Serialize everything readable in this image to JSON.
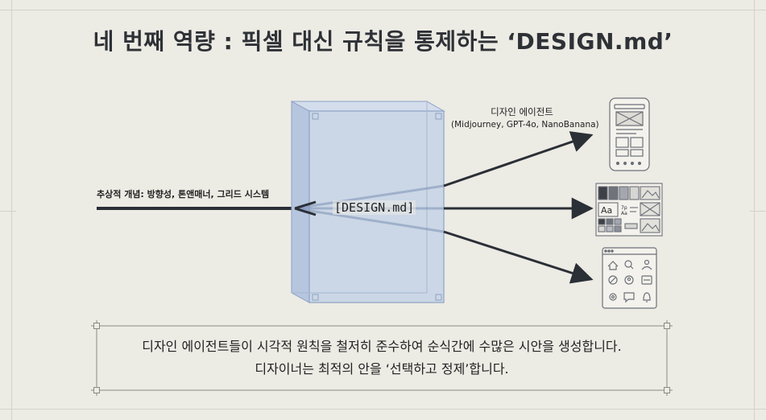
{
  "title": "네 번째 역량 : 픽셀 대신 규칙을 통제하는 ‘DESIGN.md’",
  "input_label": "추상적 개념: 방향성, 톤앤매너, 그리드 시스템",
  "box_label": "[DESIGN.md]",
  "agent_label": {
    "title": "디자인 에이전트",
    "subtitle": "(Midjourney, GPT-4o, NanoBanana)"
  },
  "output_icons": [
    "mobile-wireframe-icon",
    "style-tile-icon",
    "icon-set-icon"
  ],
  "caption": {
    "line1": "디자인 에이전트들이 시각적 원칙을 철저히 준수하여 순식간에 수많은 시안을 생성합니다.",
    "line2": "디자이너는 최적의 안을 ‘선택하고 정제’합니다."
  },
  "colors": {
    "background": "#ecebe4",
    "box_fill": "#c6d3e6",
    "box_stroke": "#8ea2c4",
    "arrow": "#2b2f36"
  }
}
